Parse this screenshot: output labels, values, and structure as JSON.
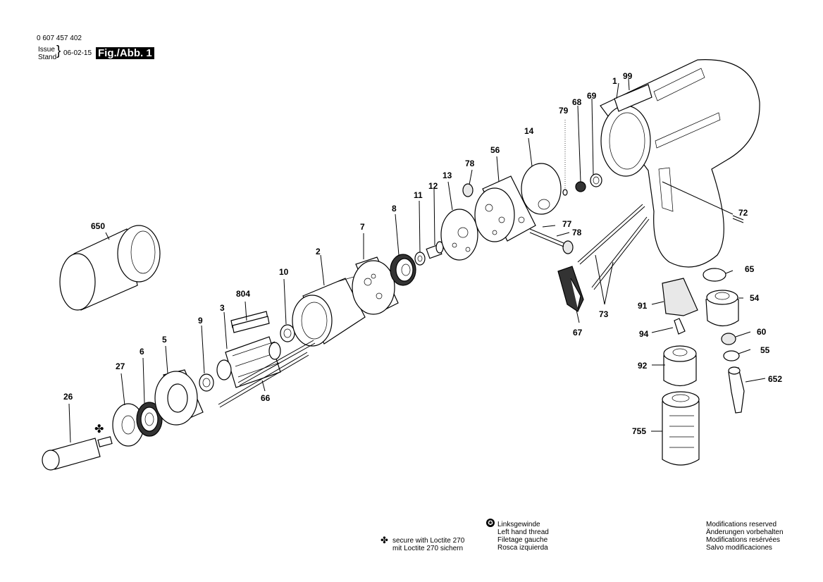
{
  "header": {
    "part_number": "0 607 457 402",
    "issue_label": "Issue",
    "stand_label": "Stand",
    "date": "06-02-15",
    "figure": "Fig./Abb. 1"
  },
  "callouts": [
    "1",
    "99",
    "69",
    "68",
    "79",
    "14",
    "56",
    "78",
    "13",
    "12",
    "11",
    "8",
    "7",
    "77",
    "78",
    "650",
    "2",
    "10",
    "804",
    "3",
    "9",
    "5",
    "6",
    "27",
    "26",
    "66",
    "72",
    "65",
    "91",
    "54",
    "73",
    "67",
    "94",
    "60",
    "55",
    "92",
    "652",
    "755"
  ],
  "notes": {
    "loctite_line1": "secure with Loctite 270",
    "loctite_line2": "mit Loctite 270 sichern",
    "lh_line1": "Linksgewinde",
    "lh_line2": "Left hand thread",
    "lh_line3": "Filetage gauche",
    "lh_line4": "Rosca izquierda",
    "mod_line1": "Modifications reserved",
    "mod_line2": "Änderungen vorbehalten",
    "mod_line3": "Modifications resérvées",
    "mod_line4": "Salvo modificaciones"
  },
  "colors": {
    "ink": "#000000",
    "paper": "#ffffff",
    "badge_bg": "#000000",
    "badge_fg": "#ffffff"
  }
}
